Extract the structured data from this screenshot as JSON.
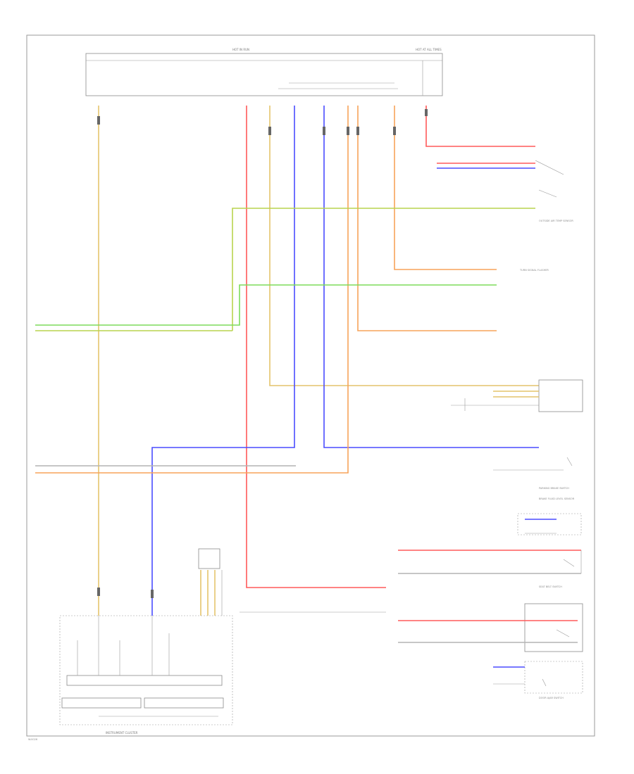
{
  "diagram": {
    "figure_code": "W.0026",
    "modules": {
      "top_module_label_left": "HOT IN RUN",
      "top_module_label_right": "HOT AT ALL TIMES",
      "bottom_module_label": "INSTRUMENT CLUSTER"
    },
    "components": [
      "OUTSIDE AIR TEMP SENSOR",
      "TURN SIGNAL FLASHER",
      "PARKING BRAKE SWITCH",
      "BRAKE FLUID LEVEL SENSOR",
      "SEAT BELT SWITCH",
      "DOOR AJAR SWITCH"
    ],
    "wire_colors": {
      "yellow": "#e4c46c",
      "red": "#ff5a5a",
      "blue": "#4a4cff",
      "orange": "#f7a35a",
      "green": "#7ddc5a",
      "lime": "#b9d44e",
      "gray": "#b4b4b4"
    }
  }
}
